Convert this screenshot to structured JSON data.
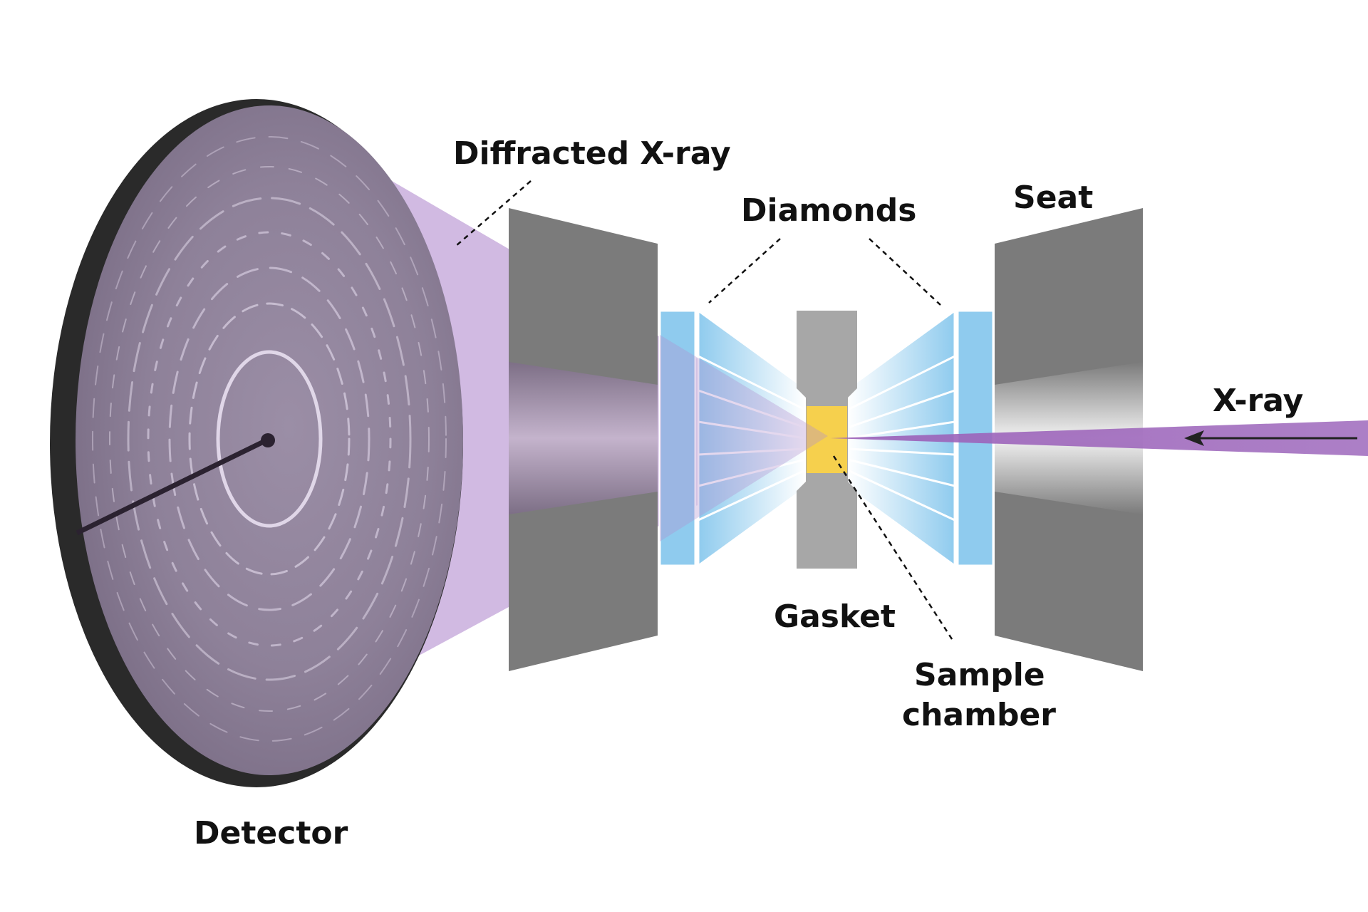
{
  "figure": {
    "title": "Diamond anvil cell X-ray diffraction setup",
    "labels": {
      "diffracted_xray": "Diffracted X-ray",
      "diamonds": "Diamonds",
      "seat": "Seat",
      "xray": "X-ray",
      "gasket": "Gasket",
      "sample_chamber_line1": "Sample",
      "sample_chamber_line2": "chamber",
      "detector": "Detector"
    }
  },
  "colors": {
    "seat_gray": "#7b7b7b",
    "gasket_gray": "#a7a7a7",
    "diamond_blue": "#8fcbee",
    "sample_yellow": "#f6d04d",
    "beam_purple": "#a371c0",
    "diffracted_cone": "#c9aedd",
    "detector_face": "#8d7f97",
    "detector_rim": "#2a2a2a",
    "text": "#111111"
  },
  "icons": {
    "xray_arrow": "arrow-left-icon"
  }
}
